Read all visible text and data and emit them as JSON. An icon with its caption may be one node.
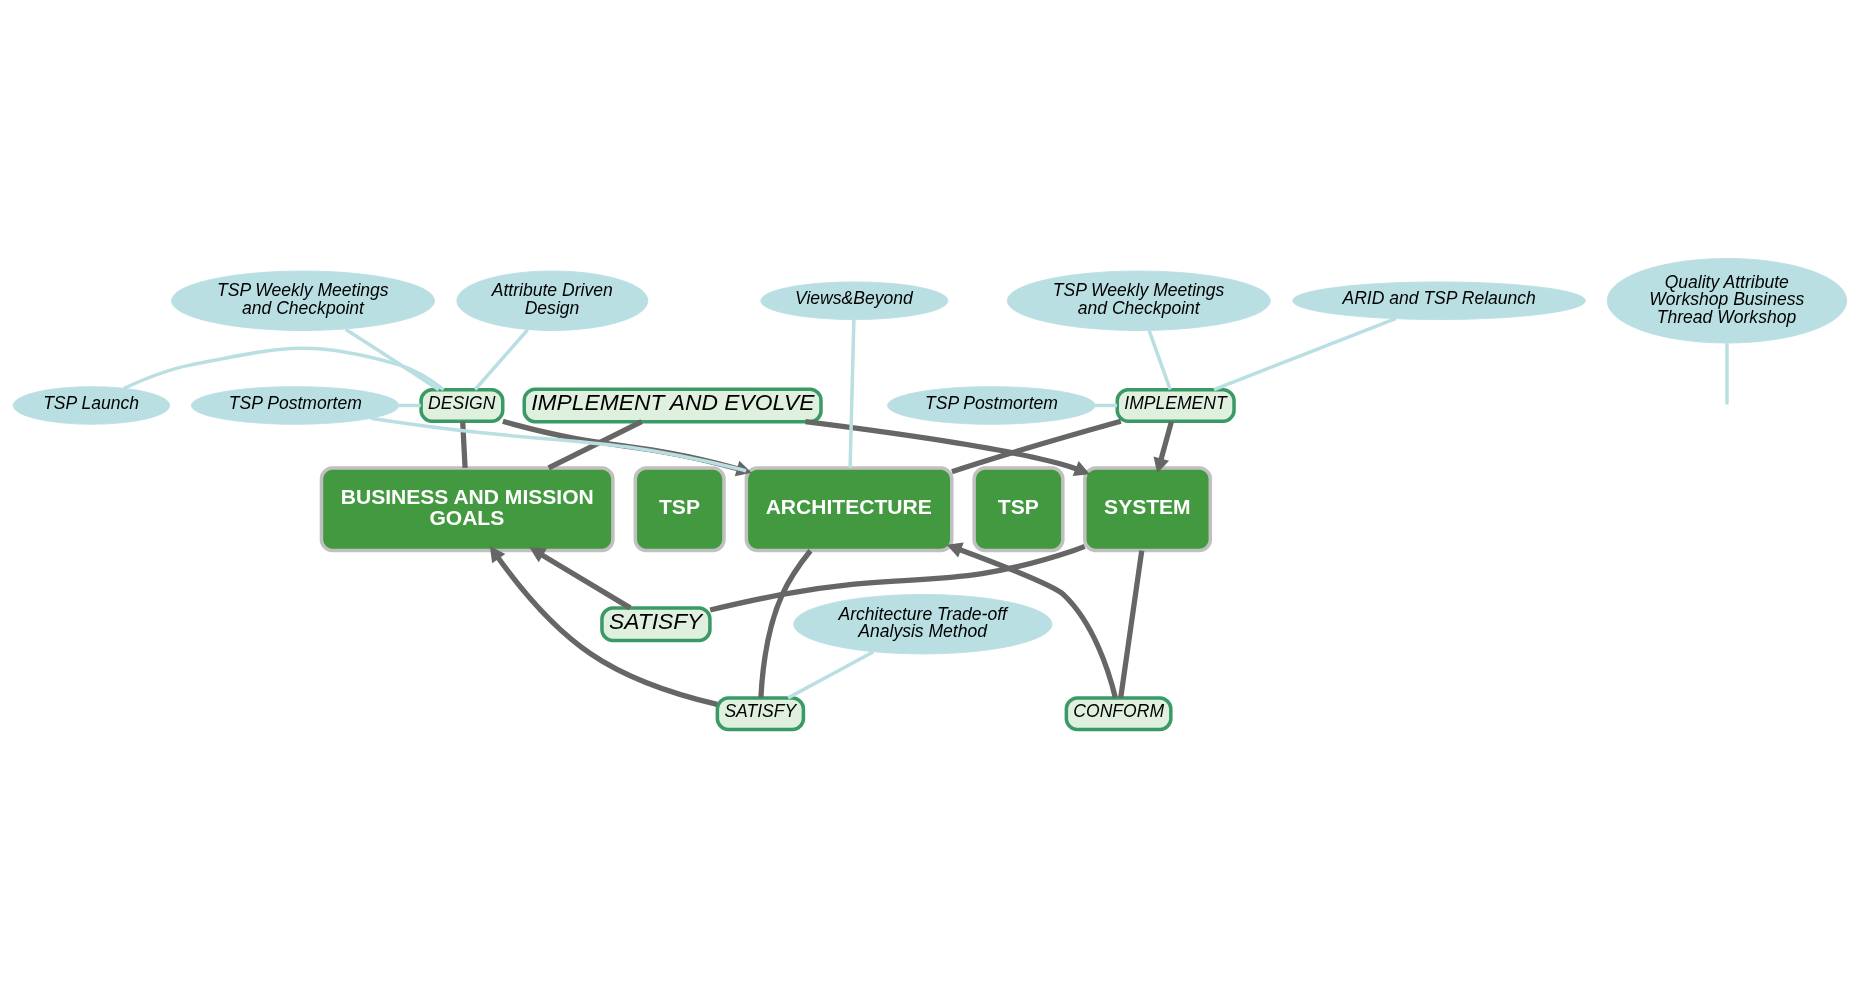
{
  "diagram": {
    "nodes": [
      {
        "text": [
          "IMPLEMENT AND EVOLVE"
        ]
      },
      {
        "text": [
          "BUSINESS AND MISSION GOALS"
        ]
      },
      {
        "text": [
          "TSP"
        ]
      },
      {
        "text": [
          "ARCHITECTURE"
        ]
      },
      {
        "text": [
          "TSP"
        ]
      },
      {
        "text": [
          "SYSTEM"
        ]
      },
      {
        "text": [
          "DESIGN"
        ]
      },
      {
        "text": [
          "IMPLEMENT"
        ]
      },
      {
        "text": [
          "SATISFY"
        ]
      },
      {
        "text": [
          "CONFORM"
        ]
      },
      {
        "text": [
          "SATISFY"
        ]
      },
      {
        "text": [
          "Attribute Driven Design"
        ]
      },
      {
        "text": [
          "Quality Attribute Workshop Business Thread Workshop"
        ]
      },
      {
        "text": [
          "TSP Weekly Meetings and Checkpoint"
        ]
      },
      {
        "text": [
          "Views&Beyond"
        ]
      },
      {
        "text": [
          "TSP Postmortem"
        ]
      },
      {
        "text": [
          "ARID and TSP Relaunch"
        ]
      },
      {
        "text": [
          "TSP Weekly Meetings and Checkpoint"
        ]
      },
      {
        "text": [
          "TSP Postmortem"
        ]
      },
      {
        "text": [
          "TSP Launch"
        ]
      },
      {
        "text": [
          "Architecture Trade-off Analysis Method"
        ]
      }
    ],
    "edges": [
      {
        "from": 1,
        "to": 0,
        "arrow": "none"
      },
      {
        "from": 0,
        "to": 5,
        "arrow": "to"
      },
      {
        "from": 1,
        "to": 6,
        "arrow": "none"
      },
      {
        "from": 6,
        "to": 3,
        "arrow": "to"
      },
      {
        "from": 3,
        "to": 7,
        "arrow": "none"
      },
      {
        "from": 7,
        "to": 5,
        "arrow": "to"
      },
      {
        "from": 3,
        "to": 8,
        "arrow": "none"
      },
      {
        "from": 8,
        "to": 1,
        "arrow": "to"
      },
      {
        "from": 5,
        "to": 9,
        "arrow": "none"
      },
      {
        "from": 9,
        "to": 3,
        "arrow": "to"
      },
      {
        "from": 5,
        "to": 10,
        "arrow": "none"
      },
      {
        "from": 10,
        "to": 1,
        "arrow": "to"
      },
      {
        "from": 11,
        "to": 6,
        "arrow": "none",
        "color": "#b9dfe3"
      },
      {
        "from": 12,
        "to": null,
        "arrow": "none",
        "color": "#b9dfe3"
      },
      {
        "from": 13,
        "to": 6,
        "arrow": "none",
        "color": "#b9dfe3"
      },
      {
        "from": 14,
        "to": 3,
        "arrow": "none",
        "color": "#b9dfe3"
      },
      {
        "from": 15,
        "to": 6,
        "arrow": "none",
        "color": "#b9dfe3"
      },
      {
        "from": 15,
        "to": 3,
        "arrow": "none",
        "color": "#b9dfe3"
      },
      {
        "from": 16,
        "to": 7,
        "arrow": "none",
        "color": "#b9dfe3"
      },
      {
        "from": 17,
        "to": 7,
        "arrow": "none",
        "color": "#b9dfe3"
      },
      {
        "from": 18,
        "to": 7,
        "arrow": "none",
        "color": "#b9dfe3"
      },
      {
        "from": 19,
        "to": 6,
        "arrow": "none",
        "color": "#b9dfe3"
      },
      {
        "from": 20,
        "to": 8,
        "arrow": "none",
        "color": "#b9dfe3"
      }
    ]
  }
}
